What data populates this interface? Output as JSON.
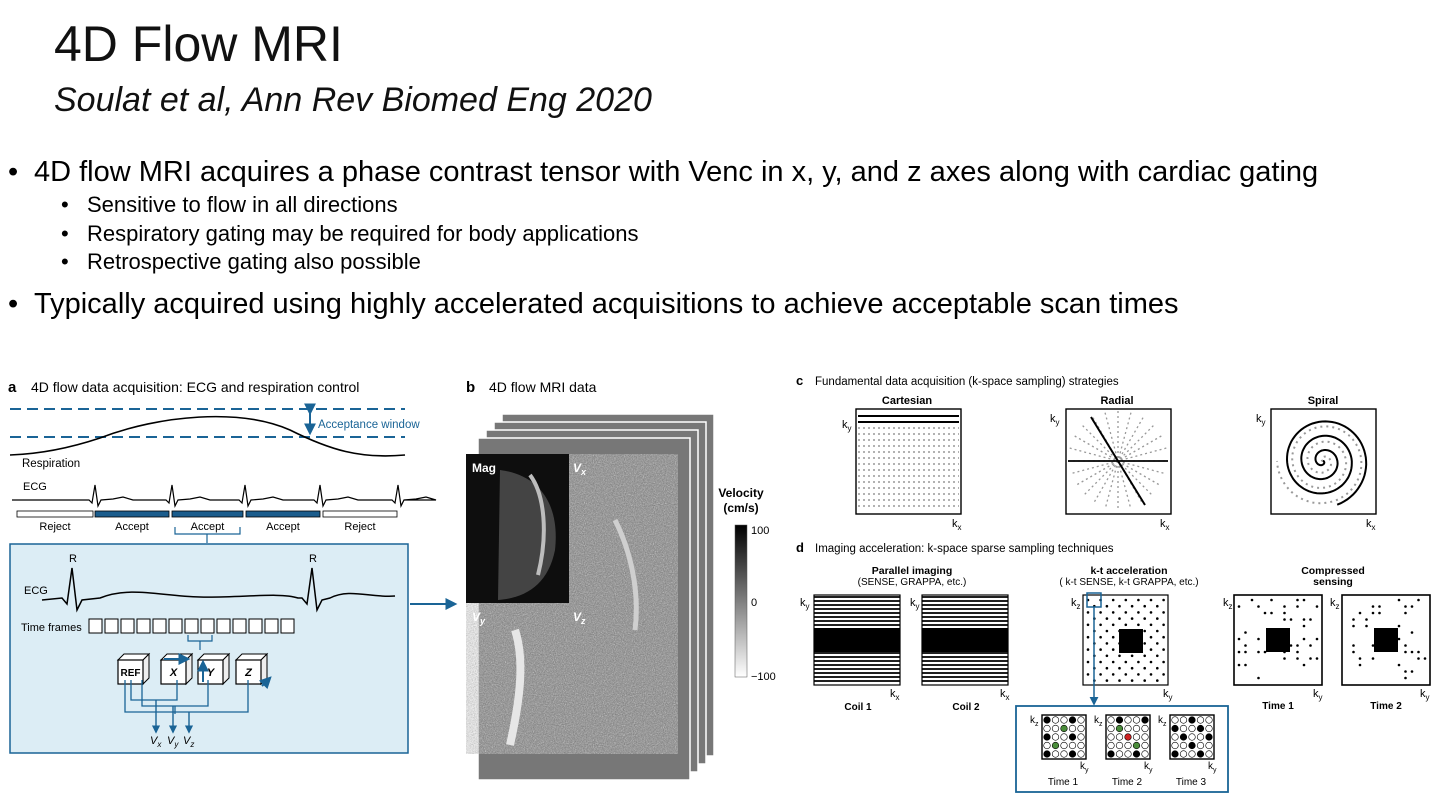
{
  "title": "4D Flow MRI",
  "subtitle": "Soulat et al, Ann Rev Biomed Eng 2020",
  "bullets": [
    {
      "text": "4D flow MRI acquires a phase contrast tensor with Venc in x, y, and z axes along with cardiac gating",
      "subitems": [
        "Sensitive to flow in all directions",
        "Respiratory gating may be required for body applications",
        "Retrospective gating also possible"
      ]
    },
    {
      "text": "Typically acquired using highly accelerated acquisitions to achieve acceptable scan times",
      "subitems": []
    }
  ],
  "figure": {
    "colors": {
      "accent": "#1a6496",
      "panel_bg": "#dcedf5",
      "bar_fill": "#1a5c8c",
      "green": "#4a8c3a",
      "red": "#cc2222"
    },
    "a": {
      "letter": "a",
      "title": "4D flow data acquisition: ECG and respiration control",
      "acceptance": "Acceptance window",
      "respiration": "Respiration",
      "ecg": "ECG",
      "segments": [
        "Reject",
        "Accept",
        "Accept",
        "Accept",
        "Reject"
      ],
      "r_label": "R",
      "ecg_inner": "ECG",
      "time_frames": "Time frames",
      "boxes": [
        "REF",
        "X",
        "Y",
        "Z"
      ],
      "outputs": [
        "V",
        "V",
        "V"
      ],
      "output_subs": [
        "x",
        "y",
        "z"
      ]
    },
    "b": {
      "letter": "b",
      "title": "4D flow MRI data",
      "mag": "Mag",
      "v": "V",
      "vx_sub": "x",
      "vy_sub": "y",
      "vz_sub": "z",
      "velocity_label": "Velocity",
      "velocity_unit": "(cm/s)",
      "ticks": [
        "100",
        "0",
        "−100"
      ]
    },
    "c": {
      "letter": "c",
      "title": "Fundamental data acquisition (k-space sampling) strategies",
      "strategies": [
        "Cartesian",
        "Radial",
        "Spiral"
      ],
      "k": "k",
      "x": "x",
      "y": "y"
    },
    "d": {
      "letter": "d",
      "title": "Imaging acceleration: k-space sparse sampling techniques",
      "parallel": "Parallel imaging",
      "parallel_sub": "(SENSE, GRAPPA, etc.)",
      "kt": "k-t acceleration",
      "kt_sub": "( k-t SENSE, k-t GRAPPA, etc.)",
      "cs1": "Compressed",
      "cs2": "sensing",
      "coil1": "Coil 1",
      "coil2": "Coil 2",
      "time1": "Time 1",
      "time2": "Time 2",
      "time3": "Time 3",
      "z": "z"
    }
  }
}
